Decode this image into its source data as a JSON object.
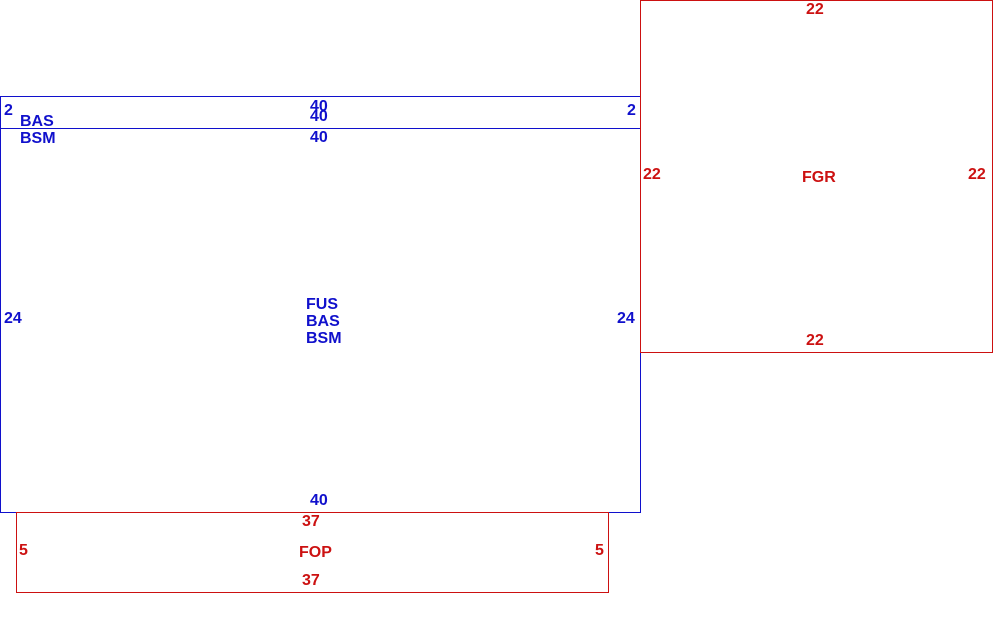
{
  "colors": {
    "blue": "#1010cc",
    "red": "#cc1111",
    "background": "#ffffff"
  },
  "strip": {
    "left_number": "2",
    "right_number": "2",
    "top_number_1": "40",
    "top_number_2": "40",
    "labels": [
      "BAS",
      "BSM"
    ]
  },
  "main": {
    "top_number": "40",
    "bottom_number": "40",
    "left_number": "24",
    "right_number": "24",
    "labels": [
      "FUS",
      "BAS",
      "BSM"
    ]
  },
  "fgr": {
    "label": "FGR",
    "top_number": "22",
    "bottom_number": "22",
    "left_number": "22",
    "right_number": "22"
  },
  "fop": {
    "label": "FOP",
    "top_number": "37",
    "bottom_number": "37",
    "left_number": "5",
    "right_number": "5"
  }
}
